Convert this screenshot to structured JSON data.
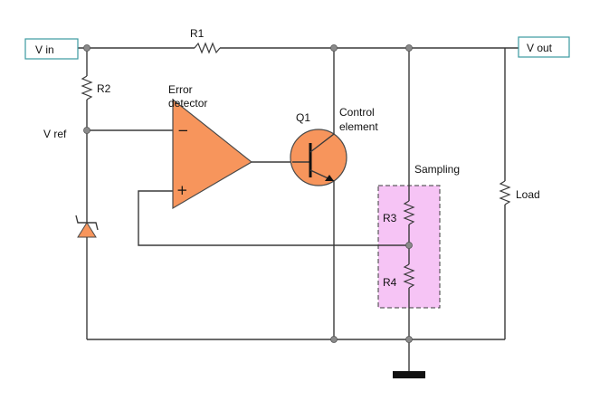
{
  "colors": {
    "component_fill": "#f7955c",
    "component_stroke": "#4a4a4a",
    "sampling_fill": "#f6c4f5",
    "sampling_stroke": "#3a3a3a",
    "terminal_border": "#3b9aa0",
    "wire": "#3a3a3a"
  },
  "terminals": {
    "vin": "V in",
    "vout": "V out"
  },
  "labels": {
    "r1": "R1",
    "r2": "R2",
    "r3": "R3",
    "r4": "R4",
    "vref": "V ref",
    "error_line1": "Error",
    "error_line2": "detector",
    "q1": "Q1",
    "control_line1": "Control",
    "control_line2": "element",
    "sampling": "Sampling",
    "load": "Load",
    "minus": "−",
    "plus": "+"
  }
}
